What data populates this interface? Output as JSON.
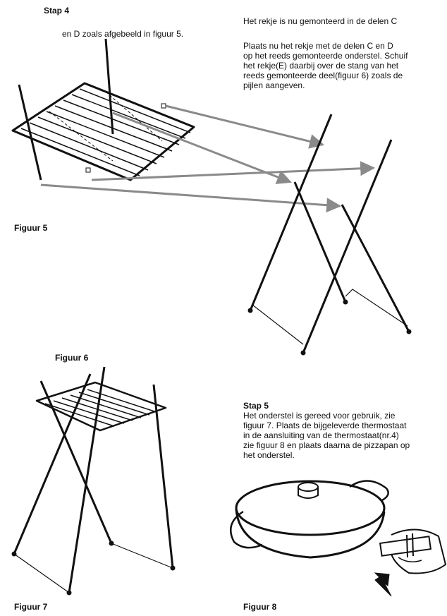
{
  "step4": {
    "heading": "Stap 4",
    "line1": "en D zoals afgebeeld in figuur 5."
  },
  "right_text": {
    "line0": "Het rekje is nu gemonteerd in de delen C",
    "line1": "Plaats nu het rekje met de delen C en D",
    "line2": "op het reeds gemonteerde onderstel. Schuif",
    "line3": "het rekje(E) daarbij over de stang van het",
    "line4": "reeds gemonteerde deel(figuur 6) zoals de",
    "line5": "pijlen aangeven."
  },
  "captions": {
    "fig5": "Figuur 5",
    "fig6": "Figuur 6",
    "fig7": "Figuur 7",
    "fig8": "Figuur 8"
  },
  "step5": {
    "heading": "Stap 5",
    "line1": "Het onderstel is gereed voor gebruik, zie",
    "line2": "figuur 7. Plaats de bijgeleverde thermostaat",
    "line3": "in de aansluiting van de thermostaat(nr.4)",
    "line4": "zie figuur 8 en plaats daarna de pizzapan op",
    "line5": "het onderstel."
  },
  "colors": {
    "ink": "#111111",
    "arrow": "#8a8a8a"
  }
}
